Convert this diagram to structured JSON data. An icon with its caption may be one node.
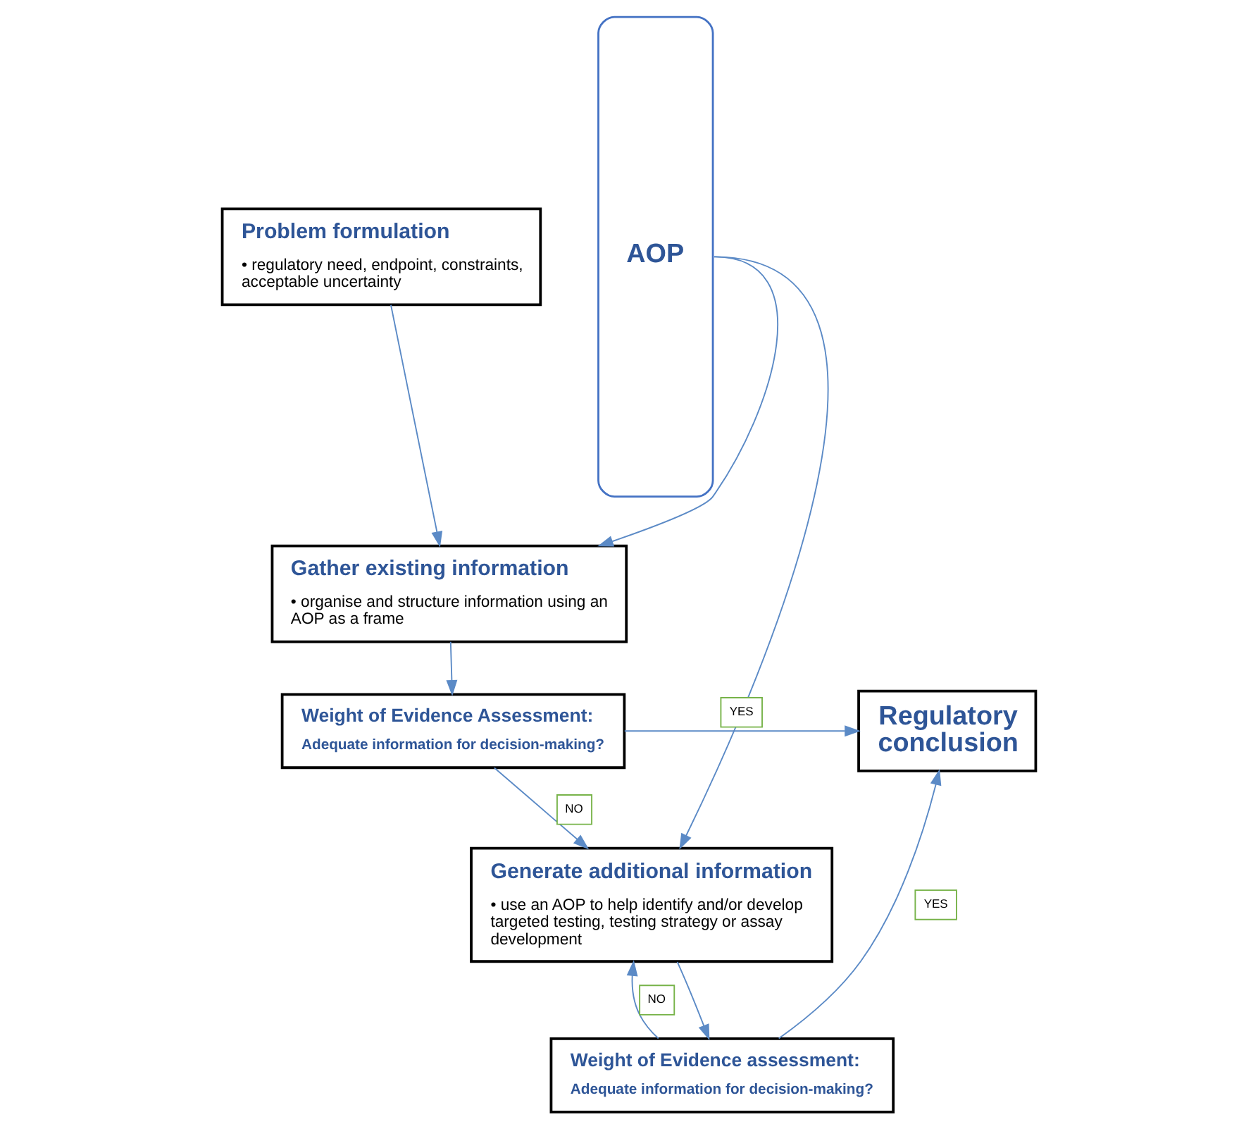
{
  "diagram": {
    "nodes": [
      {
        "text": [
          "AOP"
        ]
      },
      {
        "text": [
          "Problem formulation",
          "• regulatory need, endpoint, constraints, acceptable uncertainty"
        ]
      },
      {
        "text": [
          "Gather existing information",
          "• organise and structure information using an AOP as a frame"
        ]
      },
      {
        "text": [
          "Weight of Evidence Assessment:",
          "Adequate information for decision-making?"
        ]
      },
      {
        "text": [
          "Regulatory conclusion"
        ]
      },
      {
        "text": [
          "Generate additional information",
          "• use an AOP to help identify and/or develop targeted testing, testing strategy or assay development"
        ]
      },
      {
        "text": [
          "Weight of Evidence assessment:",
          "Adequate information for decision-making?"
        ]
      }
    ],
    "edges": [
      {
        "from": 1,
        "to": 2,
        "arrow": "to"
      },
      {
        "from": 0,
        "to": 2,
        "arrow": "to"
      },
      {
        "from": 2,
        "to": 3,
        "arrow": "to"
      },
      {
        "from": 3,
        "to": 4,
        "arrow": "to",
        "label": "YES"
      },
      {
        "from": 3,
        "to": 5,
        "arrow": "to",
        "label": "NO"
      },
      {
        "from": 0,
        "to": 5,
        "arrow": "to"
      },
      {
        "from": 5,
        "to": 6,
        "arrow": "to"
      },
      {
        "from": 6,
        "to": 5,
        "arrow": "to",
        "label": "NO"
      },
      {
        "from": 6,
        "to": 4,
        "arrow": "to",
        "label": "YES"
      }
    ]
  }
}
